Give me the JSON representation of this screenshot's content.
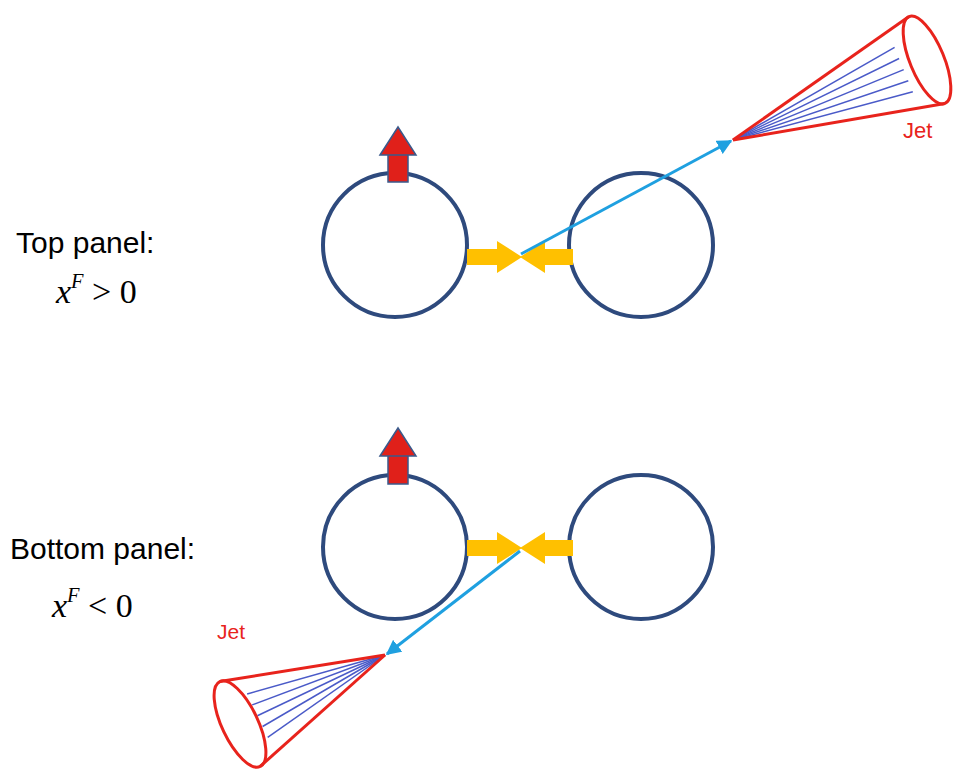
{
  "diagram": {
    "labels": [
      "Jet",
      "Top panel:",
      "xF > 0",
      "Bottom panel:",
      "xF < 0",
      "Jet"
    ]
  }
}
